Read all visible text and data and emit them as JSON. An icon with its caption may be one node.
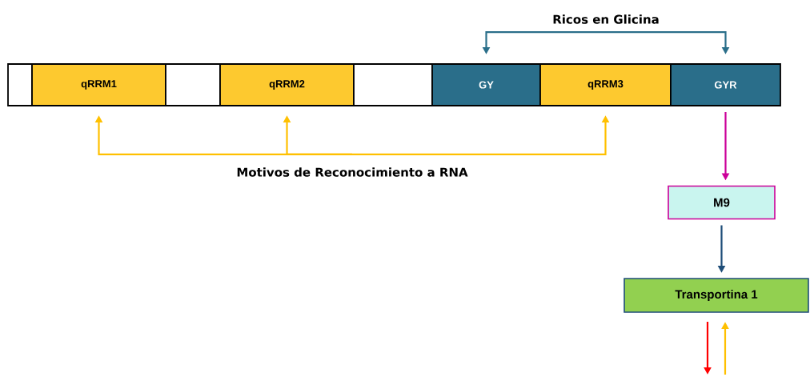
{
  "diagram": {
    "nodes": [
      {
        "text": [],
        "shape": "box"
      },
      {
        "text": [
          "qRRM1"
        ]
      },
      {
        "text": [],
        "shape": "box"
      },
      {
        "text": [
          "qRRM2"
        ]
      },
      {
        "text": [],
        "shape": "box"
      },
      {
        "text": [
          "GY"
        ]
      },
      {
        "text": [
          "qRRM3"
        ]
      },
      {
        "text": [
          "GYR"
        ]
      },
      {
        "text": [
          "Ricos en Glicina"
        ]
      },
      {
        "text": [
          "Motivos de Reconocimiento a RNA"
        ]
      },
      {
        "text": [
          "M9"
        ]
      },
      {
        "text": [
          "Transportina 1"
        ]
      }
    ],
    "edges": [
      {
        "from": 8,
        "to": 5,
        "arrow": "to",
        "color": "#2b6f8a"
      },
      {
        "from": 8,
        "to": 7,
        "arrow": "to",
        "color": "#2b6f8a"
      },
      {
        "from": 9,
        "to": 1,
        "arrow": "to"
      },
      {
        "from": 9,
        "to": 3,
        "arrow": "to"
      },
      {
        "from": 9,
        "to": 6,
        "arrow": "to"
      },
      {
        "from": 7,
        "to": 10,
        "arrow": "to",
        "color": "#cc0099"
      },
      {
        "from": 10,
        "to": 11,
        "arrow": "to",
        "color": "#1f4e79"
      },
      {
        "from": 11,
        "to": null,
        "arrow": "to",
        "color": "#ff0000"
      },
      {
        "from": null,
        "to": 11,
        "arrow": "to"
      }
    ]
  }
}
